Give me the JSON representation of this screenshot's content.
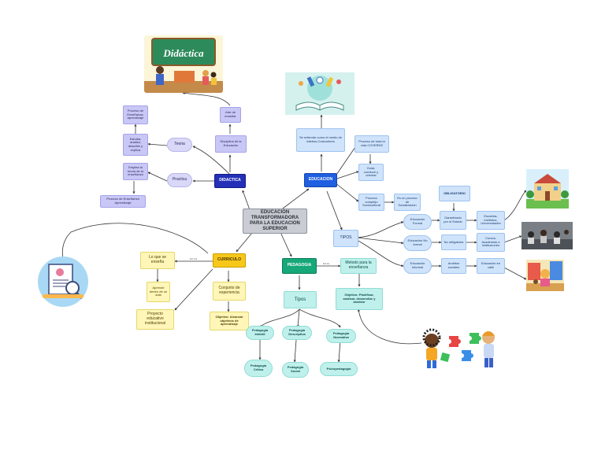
{
  "central": "EDUCACION TRANSFORMADORA PARA LA EDUCACION SUPERIOR",
  "didactica": {
    "banner": "Didáctica",
    "label": "DIDACTICA",
    "arte": "Arte de enseñar",
    "disciplina": "Disciplina de la Educación",
    "teoria": "Teoria",
    "practica": "Practica",
    "proceso_ens_apr": "Proceso de Enseñanza-aprendizaje",
    "estudia": "Estudia, analiza, describe y explica",
    "emplea": "Emplea la teoria de la enseñanza",
    "proceso_ens_apr2": "Proceso de Enseñanza Aprendizaje"
  },
  "educacion": {
    "label": "EDUCACION",
    "entendido": "Se entiende como el medio de hábitos-Costumbres",
    "proceso_vida": "Proceso de toda la vida COVERDE",
    "guiar": "Guiar, conducir y orientar",
    "proceso_complejo": "Proceso complejo Sociocultural",
    "es_un_proceso": "Es un proceso de Socialización"
  },
  "tipos": {
    "label": "TIPOS",
    "obligatorio": "OBLIGATORIO",
    "formal": "Educación Formal",
    "no_formal": "Educación No formal",
    "informal": "Educación Informal",
    "garantizado": "Garantizado por el Estado",
    "no_obligatoria": "No obligatoria",
    "ambitos": "Ambitos sociales",
    "escuelas": "Escuelas, institutos, Universidades",
    "cursos": "Cursos, Academias e instituciones",
    "educacion_calle": "Educación en calle"
  },
  "curriculo": {
    "label": "CURRICULO",
    "arrow_label": "ES UN",
    "lo_que": "Lo que se enseña",
    "aprende": "Aprende dentro de un aula",
    "proyecto": "Proyecto educativo institucional",
    "conjunto": "Conjunto de experiencia",
    "objetivo": "Objetivo: Alcanzar objetivos de aprendizaje"
  },
  "pedagogia": {
    "label": "PEDAGOGIA",
    "arrow_label": "ES EL",
    "metodo": "Metodo para la enseñanza",
    "objetivo": "Objetivo: Planificar, analizar, desarrollar y analizar",
    "tipos": "Tipos",
    "infantil": "Pedagogia Infantil",
    "descriptiva": "Pedagogia Descriptiva",
    "normativa": "Pedagogia Normativa",
    "critica": "Pedagogia Critica",
    "social": "Pedagogia Social",
    "psico": "Psicopedagogia"
  }
}
